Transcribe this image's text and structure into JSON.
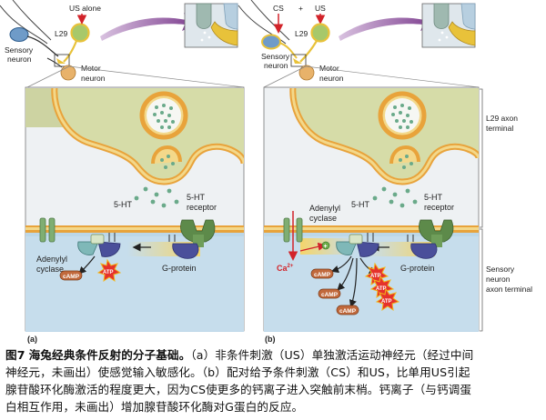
{
  "panel_a": {
    "letter": "(a)",
    "us_alone": "US alone",
    "l29": "L29",
    "sensory_neuron": [
      "Sensory",
      "neuron"
    ],
    "motor_neuron": [
      "Motor",
      "neuron"
    ],
    "five_ht": "5-HT",
    "receptor": [
      "5-HT",
      "receptor"
    ],
    "adenylyl_cyclase": [
      "Adenylyl",
      "cyclase"
    ],
    "g_protein": "G-protein",
    "camp": "cAMP",
    "atp": "ATP"
  },
  "panel_b": {
    "letter": "(b)",
    "cs": "CS",
    "plus": "+",
    "us": "US",
    "l29": "L29",
    "sensory_neuron": [
      "Sensory",
      "neuron"
    ],
    "motor_neuron": [
      "Motor",
      "neuron"
    ],
    "five_ht": "5-HT",
    "receptor": [
      "5-HT",
      "receptor"
    ],
    "adenylyl_cyclase": [
      "Adenylyl",
      "cyclase"
    ],
    "g_protein": "G-protein",
    "camp": "cAMP",
    "atp": "ATP",
    "ca": "Ca",
    "ca_sup": "2+",
    "plus_sign": "+",
    "l29_terminal": [
      "L29 axon",
      "terminal"
    ],
    "sensory_terminal": [
      "Sensory",
      "neuron",
      "axon terminal"
    ]
  },
  "caption": {
    "fig_num": "图7",
    "title": "海兔经典条件反射的分子基础。",
    "lines": [
      "（a）非条件刺激（US）单独激活运动神经元（经过中间",
      "神经元，未画出）使感觉输入敏感化。（b）配对给予条件刺激（CS）和US，比单用US引起",
      "腺苷酸环化酶激活的程度更大，因为CS使更多的钙离子进入突触前末梢。钙离子（与钙调蛋",
      "白相互作用，未画出）增加腺苷酸环化酶对G蛋白的反应。"
    ]
  },
  "colors": {
    "membrane_orange": "#e8a33b",
    "membrane_yellow": "#f3d88a",
    "l29_cytoplasm": "#d6dca8",
    "terminal_blue": "#bcd7e8",
    "red_arrow": "#d2232a",
    "purple_arrow": "#7a3a8c",
    "receptor_green": "#5d8a4a",
    "camp_brown": "#c1693c",
    "atp_red": "#e5322c"
  }
}
